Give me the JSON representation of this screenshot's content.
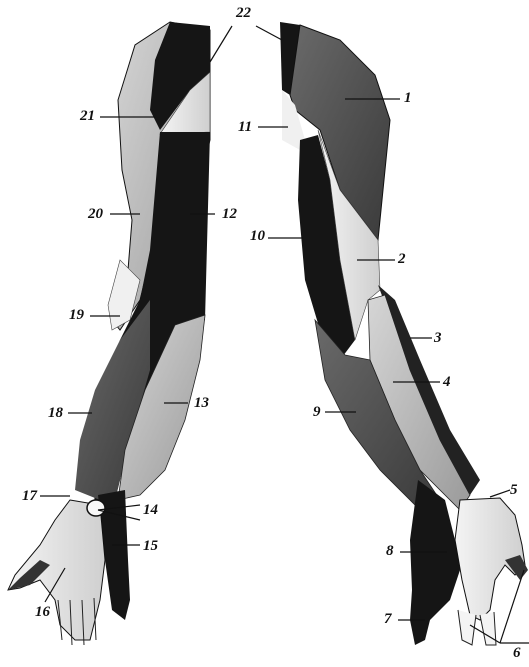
{
  "labels": {
    "l1": "1",
    "l2": "2",
    "l3": "3",
    "l4": "4",
    "l5": "5",
    "l6": "6",
    "l7": "7",
    "l8": "8",
    "l9": "9",
    "l10": "10",
    "l11": "11",
    "l12": "12",
    "l13": "13",
    "l14": "14",
    "l15": "15",
    "l16": "16",
    "l17": "17",
    "l18": "18",
    "l19": "19",
    "l20": "20",
    "l21": "21",
    "l22": "22"
  },
  "colors": {
    "dark": "#151515",
    "mid": "#555555",
    "light": "#b8b8b8",
    "pale": "#e8e8e8",
    "outline": "#111111"
  }
}
